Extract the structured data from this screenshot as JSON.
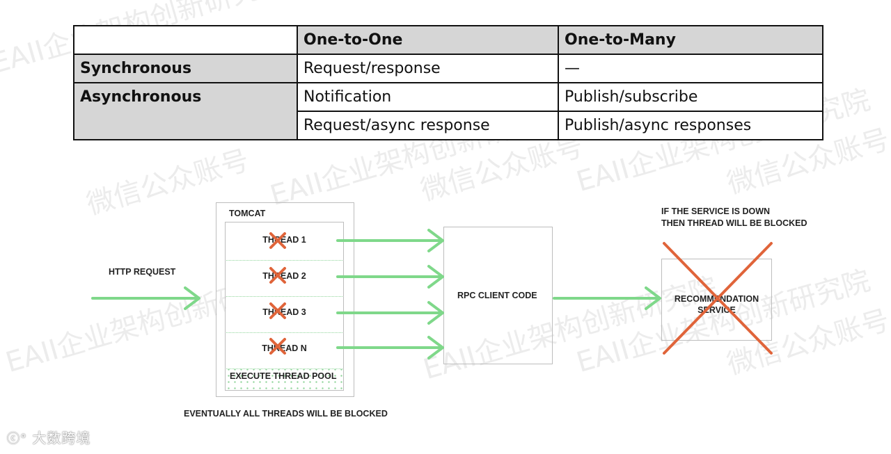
{
  "table": {
    "headers": [
      "",
      "One-to-One",
      "One-to-Many"
    ],
    "rows": [
      {
        "label": "Synchronous",
        "one_to_one": "Request/response",
        "one_to_many": "—"
      },
      {
        "label": "Asynchronous",
        "one_to_one": "Notification",
        "one_to_many": "Publish/subscribe"
      },
      {
        "label": "",
        "one_to_one": "Request/async response",
        "one_to_many": "Publish/async responses"
      }
    ]
  },
  "diagram": {
    "http_request": "HTTP REQUEST",
    "tomcat": "TOMCAT",
    "threads": [
      "THREAD 1",
      "THREAD 2",
      "THREAD 3",
      "THREAD N"
    ],
    "pool_label": "EXECUTE THREAD POOL",
    "rpc_client": "RPC CLIENT CODE",
    "service_down_note_line1": "IF THE SERVICE IS DOWN",
    "service_down_note_line2": "THEN THREAD WILL BE BLOCKED",
    "recommendation_line1": "RECOMMENDATION",
    "recommendation_line2": "SERVICE",
    "footer_note": "EVENTUALLY ALL THREADS WILL BE BLOCKED",
    "arrow_color": "#7fd88a",
    "cross_color": "#e0643a"
  },
  "watermark": [
    "微信公众账号",
    "EAII企业架构创新研究院"
  ],
  "logo_text": "大数跨境"
}
